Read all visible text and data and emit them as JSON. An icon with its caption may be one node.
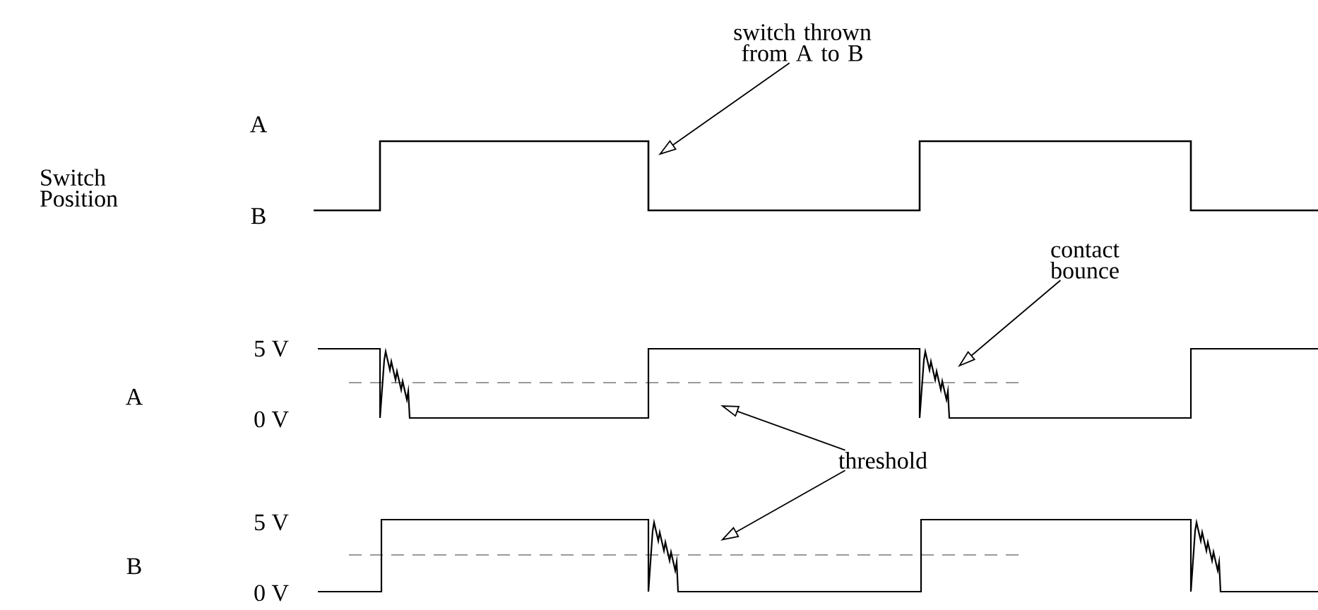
{
  "diagram": {
    "nodes": [
      {
        "text": [
          "switch thrown from A to B"
        ]
      },
      {
        "text": [
          "contact bounce"
        ]
      },
      {
        "text": [
          "threshold"
        ]
      }
    ],
    "edges": [
      {
        "from": 0,
        "to": null,
        "arrow": "to"
      },
      {
        "from": 1,
        "to": null,
        "arrow": "to"
      },
      {
        "from": 2,
        "to": null,
        "arrow": "to"
      },
      {
        "from": 2,
        "to": null,
        "arrow": "to"
      }
    ],
    "labels": [
      "Switch Position",
      "A",
      "B",
      "5 V",
      "A",
      "0 V",
      "5 V",
      "B",
      "0 V"
    ]
  }
}
